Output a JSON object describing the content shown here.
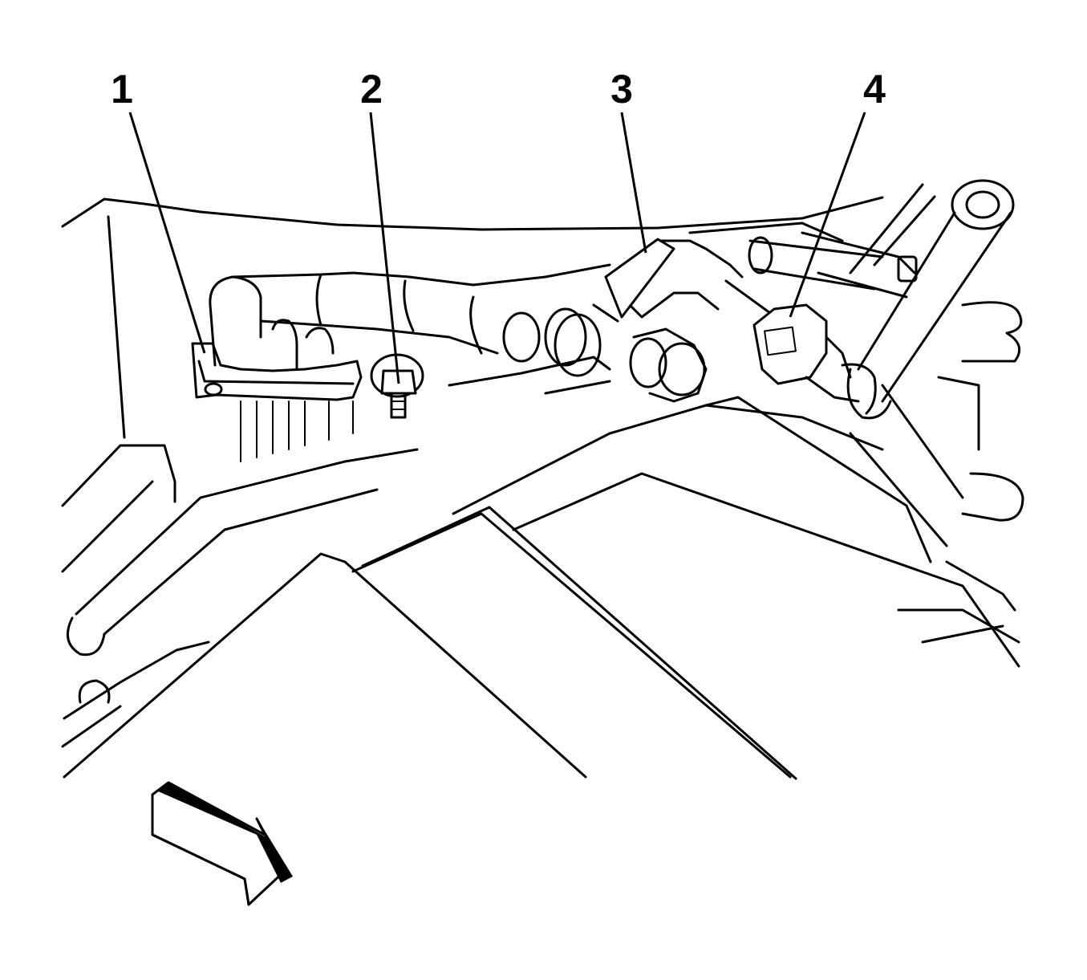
{
  "callouts": [
    {
      "id": "1",
      "label": "1"
    },
    {
      "id": "2",
      "label": "2"
    },
    {
      "id": "3",
      "label": "3"
    },
    {
      "id": "4",
      "label": "4"
    }
  ],
  "icons": {
    "direction_arrow": "direction-arrow-icon"
  },
  "colors": {
    "line": "#000000",
    "background": "#ffffff"
  }
}
